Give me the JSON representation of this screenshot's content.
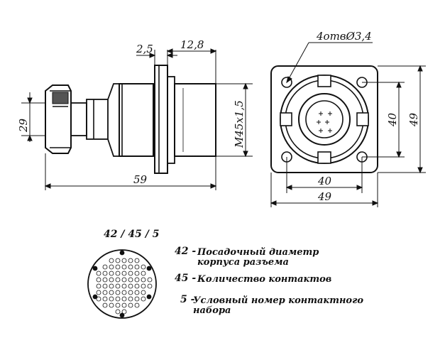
{
  "dimensions": {
    "d_2_5": "2,5",
    "d_12_8": "12,8",
    "d_holes": "4отвØ3,4",
    "d_29": "29",
    "d_thread": "M45x1,5",
    "d_59": "59",
    "d_40_v": "40",
    "d_49_v": "49",
    "d_40_h": "40",
    "d_49_h": "49"
  },
  "legend": {
    "code": "42 / 45 / 5",
    "items": [
      {
        "num": "42 -",
        "text1": "Посадочный диаметр",
        "text2": "корпуса разъема"
      },
      {
        "num": "45 -",
        "text1": "Количество контактов",
        "text2": ""
      },
      {
        "num": "5 -",
        "text1": "Условный номер контактного",
        "text2": "набора"
      }
    ]
  }
}
